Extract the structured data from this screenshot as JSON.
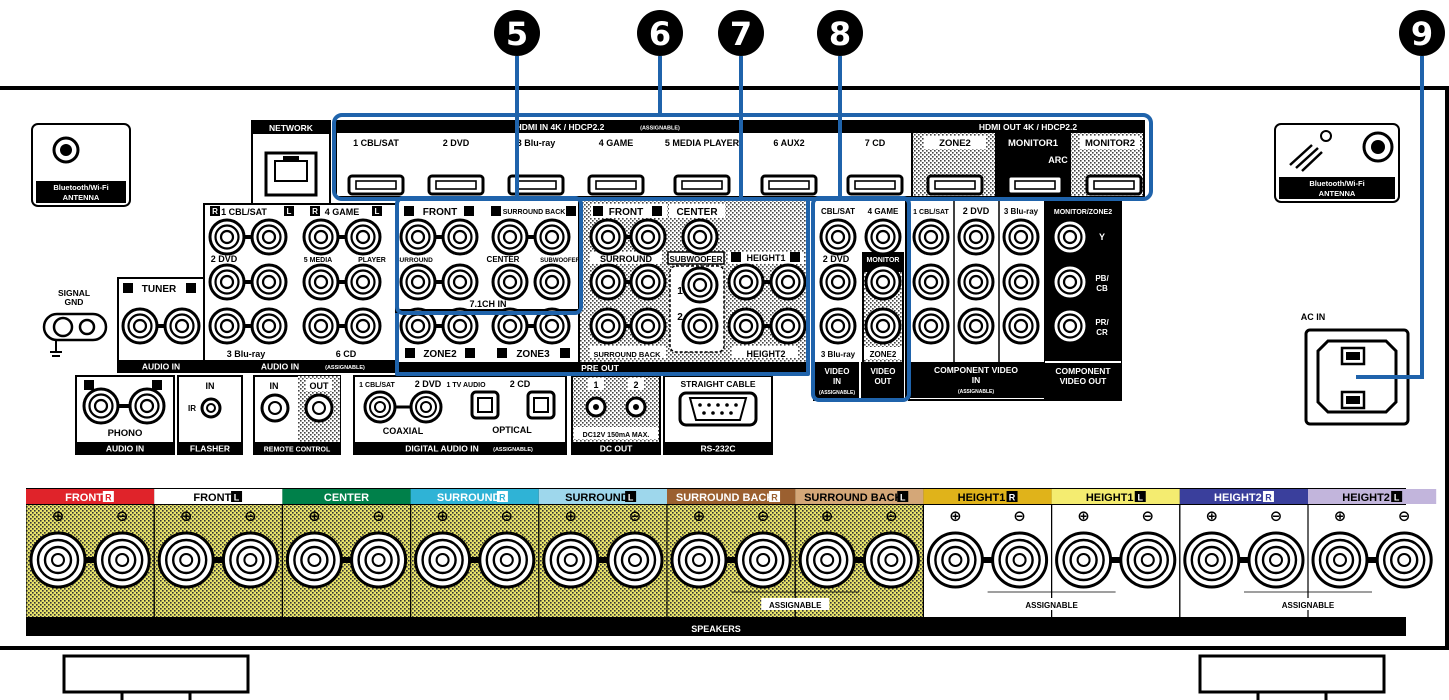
{
  "callouts": [
    "5",
    "6",
    "7",
    "8",
    "9"
  ],
  "antenna_left": {
    "line1": "Bluetooth/Wi-Fi",
    "line2": "ANTENNA"
  },
  "antenna_right": {
    "line1": "Bluetooth/Wi-Fi",
    "line2": "ANTENNA"
  },
  "network": "NETWORK",
  "hdmi_in": {
    "title": "HDMI IN  4K / HDCP2.2",
    "assignable": "(ASSIGNABLE)",
    "ports": [
      "1 CBL/SAT",
      "2 DVD",
      "3 Blu-ray",
      "4 GAME",
      "5 MEDIA PLAYER",
      "6 AUX2",
      "7 CD"
    ]
  },
  "hdmi_out": {
    "title": "HDMI OUT  4K / HDCP2.2",
    "ports": [
      "ZONE2",
      "MONITOR1",
      "MONITOR2"
    ],
    "arc": "ARC"
  },
  "audio_in": {
    "r": "R",
    "l": "L",
    "labels": [
      "1 CBL/SAT",
      "4 GAME",
      "2 DVD",
      "5 MEDIA",
      "PLAYER",
      "3 Blu-ray",
      "6 CD"
    ],
    "caption": "AUDIO IN",
    "assignable": "(ASSIGNABLE)"
  },
  "seven_ch_in": {
    "front": "FRONT",
    "surround_back": "SURROUND BACK",
    "surround": "SURROUND",
    "center": "CENTER",
    "subwoofer": "SUBWOOFER",
    "caption": "7.1CH IN"
  },
  "pre_out": {
    "front": "FRONT",
    "center": "CENTER",
    "surround": "SURROUND",
    "subwoofer": "SUBWOOFER",
    "sub1": "1",
    "sub2": "2",
    "height1": "HEIGHT1",
    "surround_back": "SURROUND BACK",
    "height2": "HEIGHT2",
    "zone2": "ZONE2",
    "zone3": "ZONE3",
    "caption": "PRE OUT"
  },
  "video": {
    "in_labels": [
      "CBL/SAT",
      "4 GAME",
      "2 DVD",
      "3 Blu-ray"
    ],
    "monitor": "MONITOR",
    "zone2": "ZONE2",
    "in_caption": [
      "VIDEO",
      "IN",
      "(ASSIGNABLE)"
    ],
    "out_caption": [
      "VIDEO",
      "OUT"
    ]
  },
  "component_in": {
    "labels": [
      "1 CBL/SAT",
      "2 DVD",
      "3 Blu-ray"
    ],
    "caption": [
      "COMPONENT VIDEO",
      "IN",
      "(ASSIGNABLE)"
    ]
  },
  "component_out": {
    "title": "MONITOR/ZONE2",
    "y": "Y",
    "pb1": "PB/",
    "pb2": "CB",
    "pr1": "PR/",
    "pr2": "CR",
    "caption": [
      "COMPONENT",
      "VIDEO OUT"
    ]
  },
  "signal_gnd": [
    "SIGNAL",
    "GND"
  ],
  "tuner": {
    "label": "TUNER",
    "caption": "AUDIO IN"
  },
  "phono": {
    "label": "PHONO",
    "caption": "AUDIO IN"
  },
  "flasher": {
    "in": "IN",
    "ir": "IR",
    "caption": "FLASHER"
  },
  "remote": {
    "in": "IN",
    "out": "OUT",
    "caption": "REMOTE CONTROL"
  },
  "digital": {
    "coax_labels": [
      "1 CBL/SAT",
      "2 DVD"
    ],
    "opt_labels": [
      "1 TV AUDIO",
      "2 CD"
    ],
    "coaxial": "COAXIAL",
    "optical": "OPTICAL",
    "caption": "DIGITAL AUDIO IN",
    "assignable": "(ASSIGNABLE)"
  },
  "dc_out": {
    "ports": [
      "1",
      "2"
    ],
    "spec": "DC12V 150mA MAX.",
    "caption": "DC OUT"
  },
  "rs232": {
    "top": "STRAIGHT CABLE",
    "caption": "RS-232C"
  },
  "ac_in": "AC IN",
  "speakers": {
    "headers": [
      {
        "label": "FRONT",
        "ch": "R",
        "color": "#e0232a"
      },
      {
        "label": "FRONT",
        "ch": "L",
        "color": "#ffffff"
      },
      {
        "label": "CENTER",
        "ch": "",
        "color": "#00804a"
      },
      {
        "label": "SURROUND",
        "ch": "R",
        "color": "#2fb3d6"
      },
      {
        "label": "SURROUND",
        "ch": "L",
        "color": "#9ed7ec"
      },
      {
        "label": "SURROUND BACK",
        "ch": "R",
        "color": "#9b6030"
      },
      {
        "label": "SURROUND BACK",
        "ch": "L",
        "color": "#d4a778"
      },
      {
        "label": "HEIGHT1",
        "ch": "R",
        "color": "#e0b31a"
      },
      {
        "label": "HEIGHT1",
        "ch": "L",
        "color": "#f4ec70"
      },
      {
        "label": "HEIGHT2",
        "ch": "R",
        "color": "#3a3f9c"
      },
      {
        "label": "HEIGHT2",
        "ch": "L",
        "color": "#c2b5dc"
      }
    ],
    "plus": "⊕",
    "minus": "⊖",
    "assignable": [
      "ASSIGNABLE",
      "ASSIGNABLE",
      "ASSIGNABLE"
    ],
    "caption": "SPEAKERS"
  },
  "colors": {
    "callout_blue": "#1f63ab"
  }
}
